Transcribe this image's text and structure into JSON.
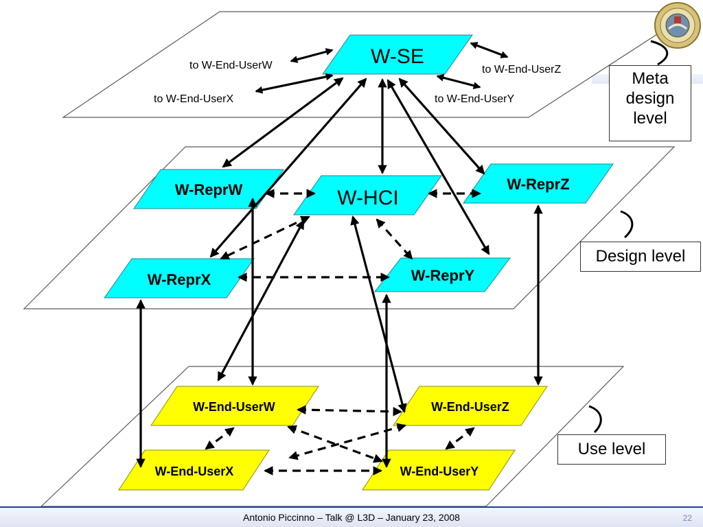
{
  "levels": {
    "meta": "Meta design level",
    "design": "Design level",
    "use": "Use level"
  },
  "nodes": {
    "wse": "W-SE",
    "whci": "W-HCI",
    "reprW": "W-ReprW",
    "reprX": "W-ReprX",
    "reprY": "W-ReprY",
    "reprZ": "W-ReprZ",
    "endW": "W-End-UserW",
    "endX": "W-End-UserX",
    "endY": "W-End-UserY",
    "endZ": "W-End-UserZ"
  },
  "external_links": {
    "toW": "to W-End-UserW",
    "toX": "to W-End-UserX",
    "toY": "to W-End-UserY",
    "toZ": "to W-End-UserZ"
  },
  "footer": {
    "text": "Antonio Piccinno –  Talk @ L3D – January 23, 2008",
    "page": "22"
  },
  "colors": {
    "design_nodes": "#00ffff",
    "use_nodes": "#ffff00",
    "footer_line": "#1f3f9a"
  }
}
